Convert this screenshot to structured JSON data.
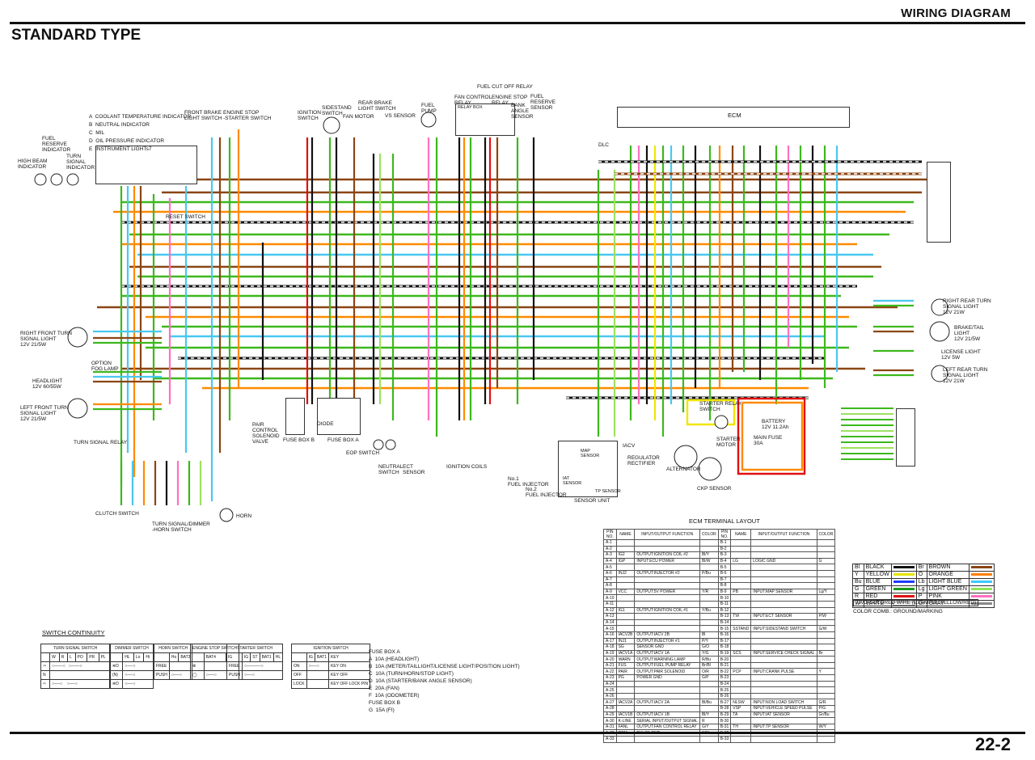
{
  "header": {
    "section_title": "WIRING DIAGRAM",
    "page_title": "STANDARD TYPE",
    "page_number": "22-2"
  },
  "indicators": [
    "A  COOLANT TEMPERATURE INDICATOR",
    "B  NEUTRAL INDICATOR",
    "C  MIL",
    "D  OIL PRESSURE INDICATOR",
    "E  INSTRUMENT LIGHTs7"
  ],
  "labels": {
    "fuel_reserve_indicator": "FUEL\nRESERVE\nINDICATOR",
    "high_beam_indicator": "HIGH BEAM\nINDICATOR",
    "turn_signal_indicator": "TURN\nSIGNAL\nINDICATOR",
    "front_brake_switch": "FRONT BRAKE\nLIGHT SWITCH",
    "engine_stop_switch": "ENGINE STOP\n-STARTER SWITCH",
    "ignition_switch": "IGNITION\nSWITCH",
    "sidestand_switch": "SIDESTAND\nSWITCH",
    "fan_motor": "FAN MOTOR",
    "rear_brake_switch": "REAR BRAKE\nLIGHT SWITCH",
    "vs_sensor": "VS SENSOR",
    "fuel_pump": "FUEL\nPUMP",
    "fuel_cut_off_relay": "FUEL CUT OFF RELAY",
    "fan_control_relay": "FAN CONTROL\nRELAY",
    "relay_box": "RELAY BOX",
    "engine_stop_relay": "ENGINE STOP\nRELAY",
    "bank_angle_sensor": "BANK\nANGLE\nSENSOR",
    "fuel_reserve_sensor": "FUEL\nRESERVE\nSENSOR",
    "ecm": "ECM",
    "dlc": "DLC",
    "reset_switch": "RESET SWITCH",
    "right_front_turn": "RIGHT FRONT TURN\nSIGNAL LIGHT\n12V 21/5W",
    "option_fog_lamp": "OPTION\nFOG LAMP",
    "headlight": "HEADLIGHT\n12V 60/55W",
    "left_front_turn": "LEFT FRONT TURN\nSIGNAL LIGHT\n12V 21/5W",
    "turn_signal_relay": "TURN SIGNAL RELAY",
    "pair_valve": "PAIR\nCONTROL\nSOLENOID\nVALVE",
    "fuse_box_b": "FUSE BOX B",
    "diode": "DIODE",
    "fuse_box_a": "FUSE BOX A",
    "eop_switch": "EOP SWITCH",
    "neutral_switch": "NEUTRAL\nSWITCH",
    "ect_sensor": "ECT\nSENSOR",
    "ignition_coils": "IGNITION COILS",
    "no1_injector": "No.1\nFUEL INJECTOR",
    "no2_injector": "No.2\nFUEL INJECTOR",
    "iat_sensor": "IAT\nSENSOR",
    "map_sensor": "MAP\nSENSOR",
    "tp_sensor": "TP SENSOR",
    "sensor_unit": "SENSOR UNIT",
    "iacv": "IACV",
    "regulator": "REGULATOR\nRECTIFIER",
    "alternator": "ALTERNATOR",
    "ckp_sensor": "CKP SENSOR",
    "starter_relay": "STARTER RELAY\nSWITCH",
    "starter_motor": "STARTER\nMOTOR",
    "battery": "BATTERY\n12V 11.2Ah",
    "main_fuse": "MAIN FUSE\n30A",
    "clutch_switch": "CLUTCH SWITCH",
    "turn_dimmer_horn": "TURN SIGNAL/DIMMER\n-HORN SWITCH",
    "horn": "HORN",
    "right_rear_turn": "RIGHT REAR TURN\nSIGNAL LIGHT\n12V 21W",
    "brake_tail": "BRAKE/TAIL\nLIGHT\n12V 21/5W",
    "license_light": "LICENSE LIGHT\n12V 5W",
    "left_rear_turn": "LEFT REAR TURN\nSIGNAL LIGHT\n12V 21W"
  },
  "fuse_notes": [
    "FUSE BOX A",
    "A  10A (HEADLIGHT)",
    "B  10A (METER/TAILLIGHT/LICENSE LIGHT/POSITION LIGHT)",
    "C  10A (TURN/HORN/STOP LIGHT)",
    "D  10A (STARTER/BANK ANGLE SENSOR)",
    "E  20A (FAN)",
    "F  10A (ODOMETER)",
    "",
    "FUSE BOX B",
    "G  15A (FI)"
  ],
  "switch_continuity": {
    "title": "SWITCH CONTINUITY",
    "turn_signal": {
      "title": "TURN SIGNAL\nSWITCH",
      "cols": [
        "W",
        "R",
        "L",
        "PO",
        "PR",
        "PL"
      ]
    },
    "dimmer": {
      "title": "DIMMER\nSWITCH",
      "cols": [
        "HL",
        "Lo",
        "Hi"
      ]
    },
    "horn": {
      "title": "HORN\nSWITCH",
      "cols": [
        "Ho",
        "BAT3"
      ],
      "rows": [
        "FREE",
        "PUSH"
      ]
    },
    "engine_stop": {
      "title": "ENGINE STOP\nSWITCH",
      "cols": [
        "BAT4",
        "IG"
      ]
    },
    "starter": {
      "title": "STARTER\nSWITCH",
      "cols": [
        "IG",
        "ST",
        "BAT1",
        "HL"
      ],
      "rows": [
        "FREE",
        "PUSH"
      ]
    },
    "ignition": {
      "title": "IGNITION SWITCH",
      "cols": [
        "IG",
        "BAT1",
        "KEY"
      ],
      "rows": [
        "ON",
        "OFF",
        "LOCK"
      ],
      "key": [
        "KEY ON",
        "KEY OFF",
        "KEY OFF\nLOCK PIN"
      ]
    }
  },
  "ecm_table": {
    "title": "ECM TERMINAL LAYOUT",
    "headers": [
      "PIN\nNO.",
      "NAME",
      "INPUT/OUTPUT FUNCTION",
      "COLOR",
      "PIN\nNO.",
      "NAME",
      "INPUT/OUTPUT FUNCTION",
      "COLOR"
    ],
    "rows": [
      [
        "A-1",
        "",
        "",
        "",
        "B-1",
        "",
        "",
        ""
      ],
      [
        "A-2",
        "",
        "",
        "",
        "B-2",
        "",
        "",
        ""
      ],
      [
        "A-3",
        "IG2",
        "OUTPUT:IGNITION COIL #2",
        "Bl/Y",
        "B-3",
        "",
        "",
        ""
      ],
      [
        "A-4",
        "IGP",
        "INPUT:ECU POWER",
        "Bl/W",
        "B-4",
        "LG",
        "LOGIC GND",
        "G"
      ],
      [
        "A-5",
        "",
        "",
        "",
        "B-5",
        "",
        "",
        ""
      ],
      [
        "A-6",
        "INJ2",
        "OUTPUT:INJECTOR #2",
        "P/Bu",
        "B-6",
        "",
        "",
        ""
      ],
      [
        "A-7",
        "",
        "",
        "",
        "B-7",
        "",
        "",
        ""
      ],
      [
        "A-8",
        "",
        "",
        "",
        "B-8",
        "",
        "",
        ""
      ],
      [
        "A-9",
        "VCC",
        "OUTPUT:5V POWER",
        "Y/R",
        "B-9",
        "PB",
        "INPUT:MAP SENSOR",
        "Lg/Y"
      ],
      [
        "A-10",
        "",
        "",
        "",
        "B-10",
        "",
        "",
        ""
      ],
      [
        "A-11",
        "",
        "",
        "",
        "B-11",
        "",
        "",
        ""
      ],
      [
        "A-12",
        "IG1",
        "OUTPUT:IGNITION COIL #1",
        "Y/Bu",
        "B-12",
        "",
        "",
        ""
      ],
      [
        "A-13",
        "",
        "",
        "",
        "B-13",
        "TW",
        "INPUT:ECT SENSOR",
        "P/W"
      ],
      [
        "A-14",
        "",
        "",
        "",
        "B-14",
        "",
        "",
        ""
      ],
      [
        "A-15",
        "",
        "",
        "",
        "B-15",
        "SSTAND",
        "INPUT:SIDESTAND SWITCH",
        "G/W"
      ],
      [
        "A-16",
        "IACV2B",
        "OUTPUT:IACV 2B",
        "Bl",
        "B-16",
        "",
        "",
        ""
      ],
      [
        "A-17",
        "INJ1",
        "OUTPUT:INJECTOR #1",
        "P/Y",
        "B-17",
        "",
        "",
        ""
      ],
      [
        "A-18",
        "SG",
        "SENSOR GND",
        "G/O",
        "B-18",
        "",
        "",
        ""
      ],
      [
        "A-19",
        "IACV1A",
        "OUTPUT:IACV 1A",
        "Y/G",
        "B-19",
        "SCS",
        "INPUT:SERVICE CHECK SIGNAL",
        "Br"
      ],
      [
        "A-20",
        "WARN",
        "OUTPUT:WARNING LAMP",
        "R/Bu",
        "B-20",
        "",
        "",
        ""
      ],
      [
        "A-21",
        "FUS",
        "OUTPUT:FUEL PUMP RELAY",
        "Br/Bl",
        "B-21",
        "",
        "",
        ""
      ],
      [
        "A-22",
        "PAIR",
        "OUTPUT:PAIR SOLENOID",
        "O/R",
        "B-22",
        "PCP",
        "INPUT:CRANK PULSE",
        "Y"
      ],
      [
        "A-23",
        "PG",
        "POWER GND",
        "G/P",
        "B-23",
        "",
        "",
        ""
      ],
      [
        "A-24",
        "",
        "",
        "",
        "B-24",
        "",
        "",
        ""
      ],
      [
        "A-25",
        "",
        "",
        "",
        "B-25",
        "",
        "",
        ""
      ],
      [
        "A-26",
        "",
        "",
        "",
        "B-26",
        "",
        "",
        ""
      ],
      [
        "A-27",
        "IACV2A",
        "OUTPUT:IACV 2A",
        "Bl/Bu",
        "B-27",
        "NLSW",
        "INPUT:NON LOAD SWITCH",
        "G/R"
      ],
      [
        "A-28",
        "",
        "",
        "",
        "B-28",
        "VSP",
        "INPUT:VEHICLE SPEED PULSE",
        "P/G"
      ],
      [
        "A-29",
        "IACV1B",
        "OUTPUT:IACV 1B",
        "Bl/Y",
        "B-29",
        "TA",
        "INPUT:IAT SENSOR",
        "Gr/Bu"
      ],
      [
        "A-30",
        "K-LINE",
        "SERIAL INPUT/OUTPUT SIGNAL",
        "R",
        "B-30",
        "",
        "",
        ""
      ],
      [
        "A-31",
        "FANL",
        "OUTPUT:FAN CONTROL RELAY",
        "G/Y",
        "B-31",
        "TH",
        "INPUT:TP SENSOR",
        "W/Y"
      ],
      [
        "A-32",
        "PCM",
        "PULSE GND",
        "W/Y",
        "B-32",
        "",
        "",
        ""
      ],
      [
        "A-33",
        "",
        "",
        "",
        "B-33",
        "",
        "",
        ""
      ]
    ]
  },
  "color_legend": {
    "rows": [
      {
        "code": "Bl",
        "name": "BLACK",
        "color": "#111111",
        "code2": "Br",
        "name2": "BROWN",
        "color2": "#8b4513"
      },
      {
        "code": "Y",
        "name": "YELLOW",
        "color": "#e8e400",
        "code2": "O",
        "name2": "ORANGE",
        "color2": "#ff7f00"
      },
      {
        "code": "Bu",
        "name": "BLUE",
        "color": "#1e3cff",
        "code2": "Lb",
        "name2": "LIGHT BLUE",
        "color2": "#3cc8ff"
      },
      {
        "code": "G",
        "name": "GREEN",
        "color": "#1a9a1a",
        "code2": "Lg",
        "name2": "LIGHT GREEN",
        "color2": "#8ee65a"
      },
      {
        "code": "R",
        "name": "RED",
        "color": "#e01010",
        "code2": "P",
        "name2": "PINK",
        "color2": "#ff70c0"
      },
      {
        "code": "W",
        "name": "WHITE",
        "color": "#ffffff",
        "code2": "Gr",
        "name2": "GRAY",
        "color2": "#888888"
      }
    ],
    "two_color_note": "TWO COLORED WIRE (EXAMPLE:YELLOW/RED)",
    "comb_note": "COLOR COMB.: GROUND/MARKING"
  },
  "wire_colors": {
    "brown": "#8b4513",
    "green": "#3cb81c",
    "lightgreen": "#9ee060",
    "black": "#111111",
    "orange": "#ff8a00",
    "red": "#e01010",
    "lightblue": "#48c8f0",
    "pink": "#ff70c0",
    "yellow": "#f0e600",
    "gray": "#8a8a8a",
    "blue": "#1e3cff",
    "white": "#ffffff"
  }
}
